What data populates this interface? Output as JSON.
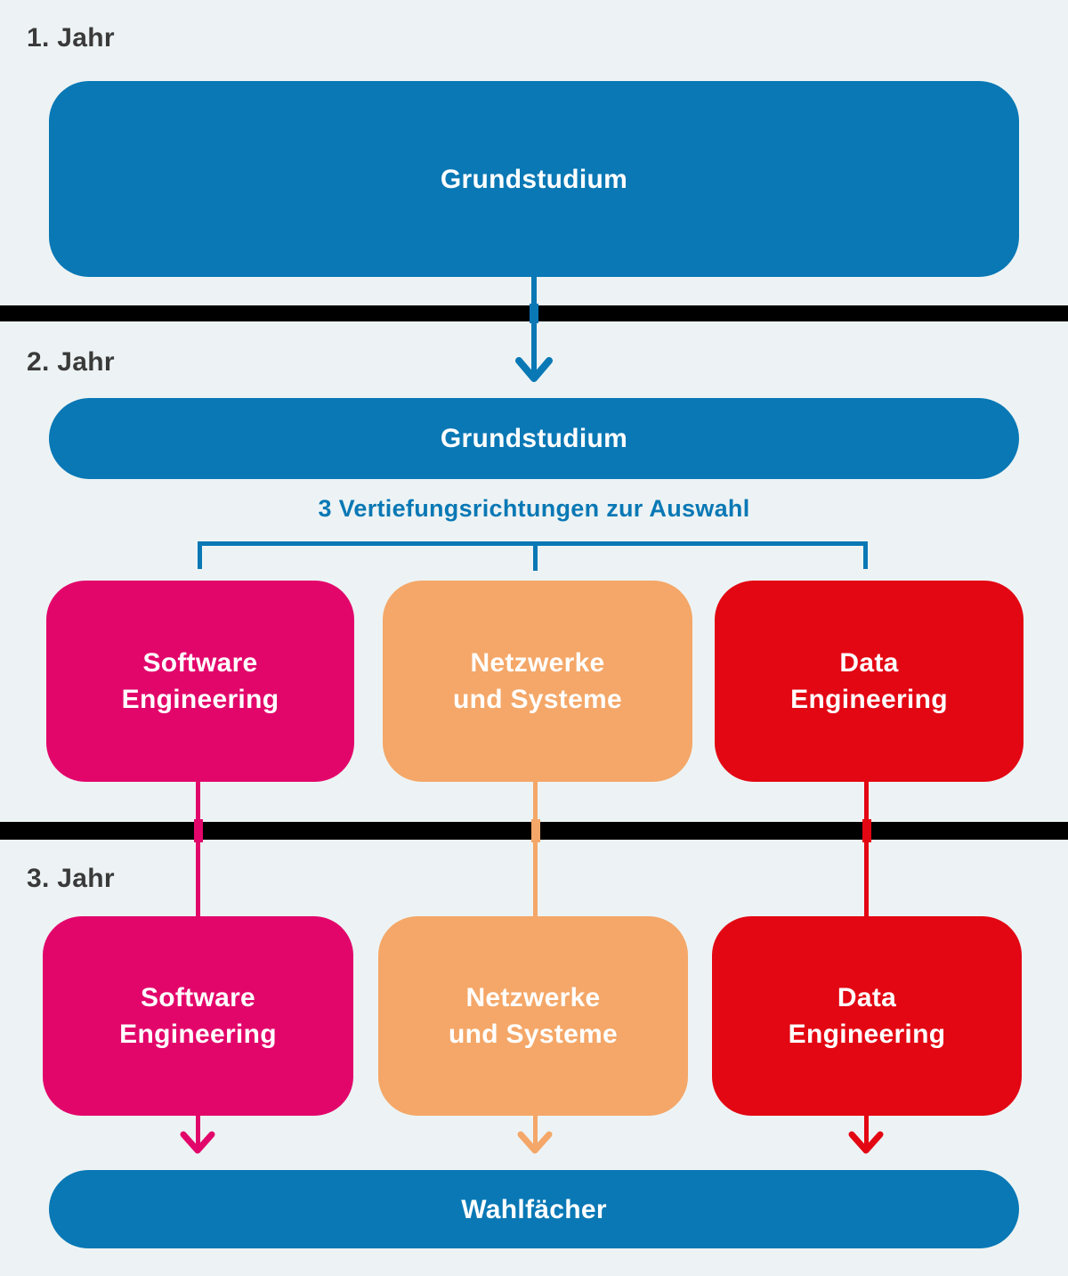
{
  "palette": {
    "background": "#edf3f4",
    "blue": "#0978b5",
    "pink": "#e2066b",
    "orange": "#f4a768",
    "red": "#e30613",
    "divider": "#000000",
    "year_label": "#3a3a3a",
    "box_text": "#ffffff"
  },
  "diagram": {
    "year1_label": "1. Jahr",
    "year2_label": "2. Jahr",
    "year3_label": "3. Jahr",
    "grundstudium_year1": "Grundstudium",
    "grundstudium_year2": "Grundstudium",
    "choice_heading": "3 Vertiefungsrichtungen zur Auswahl",
    "wahlfaecher_label": "Wahlfächer",
    "tracks": [
      {
        "id": "software-engineering",
        "line1": "Software",
        "line2": "Engineering"
      },
      {
        "id": "netzwerke-und-systeme",
        "line1": "Netzwerke",
        "line2": "und Systeme"
      },
      {
        "id": "data-engineering",
        "line1": "Data",
        "line2": "Engineering"
      }
    ]
  }
}
